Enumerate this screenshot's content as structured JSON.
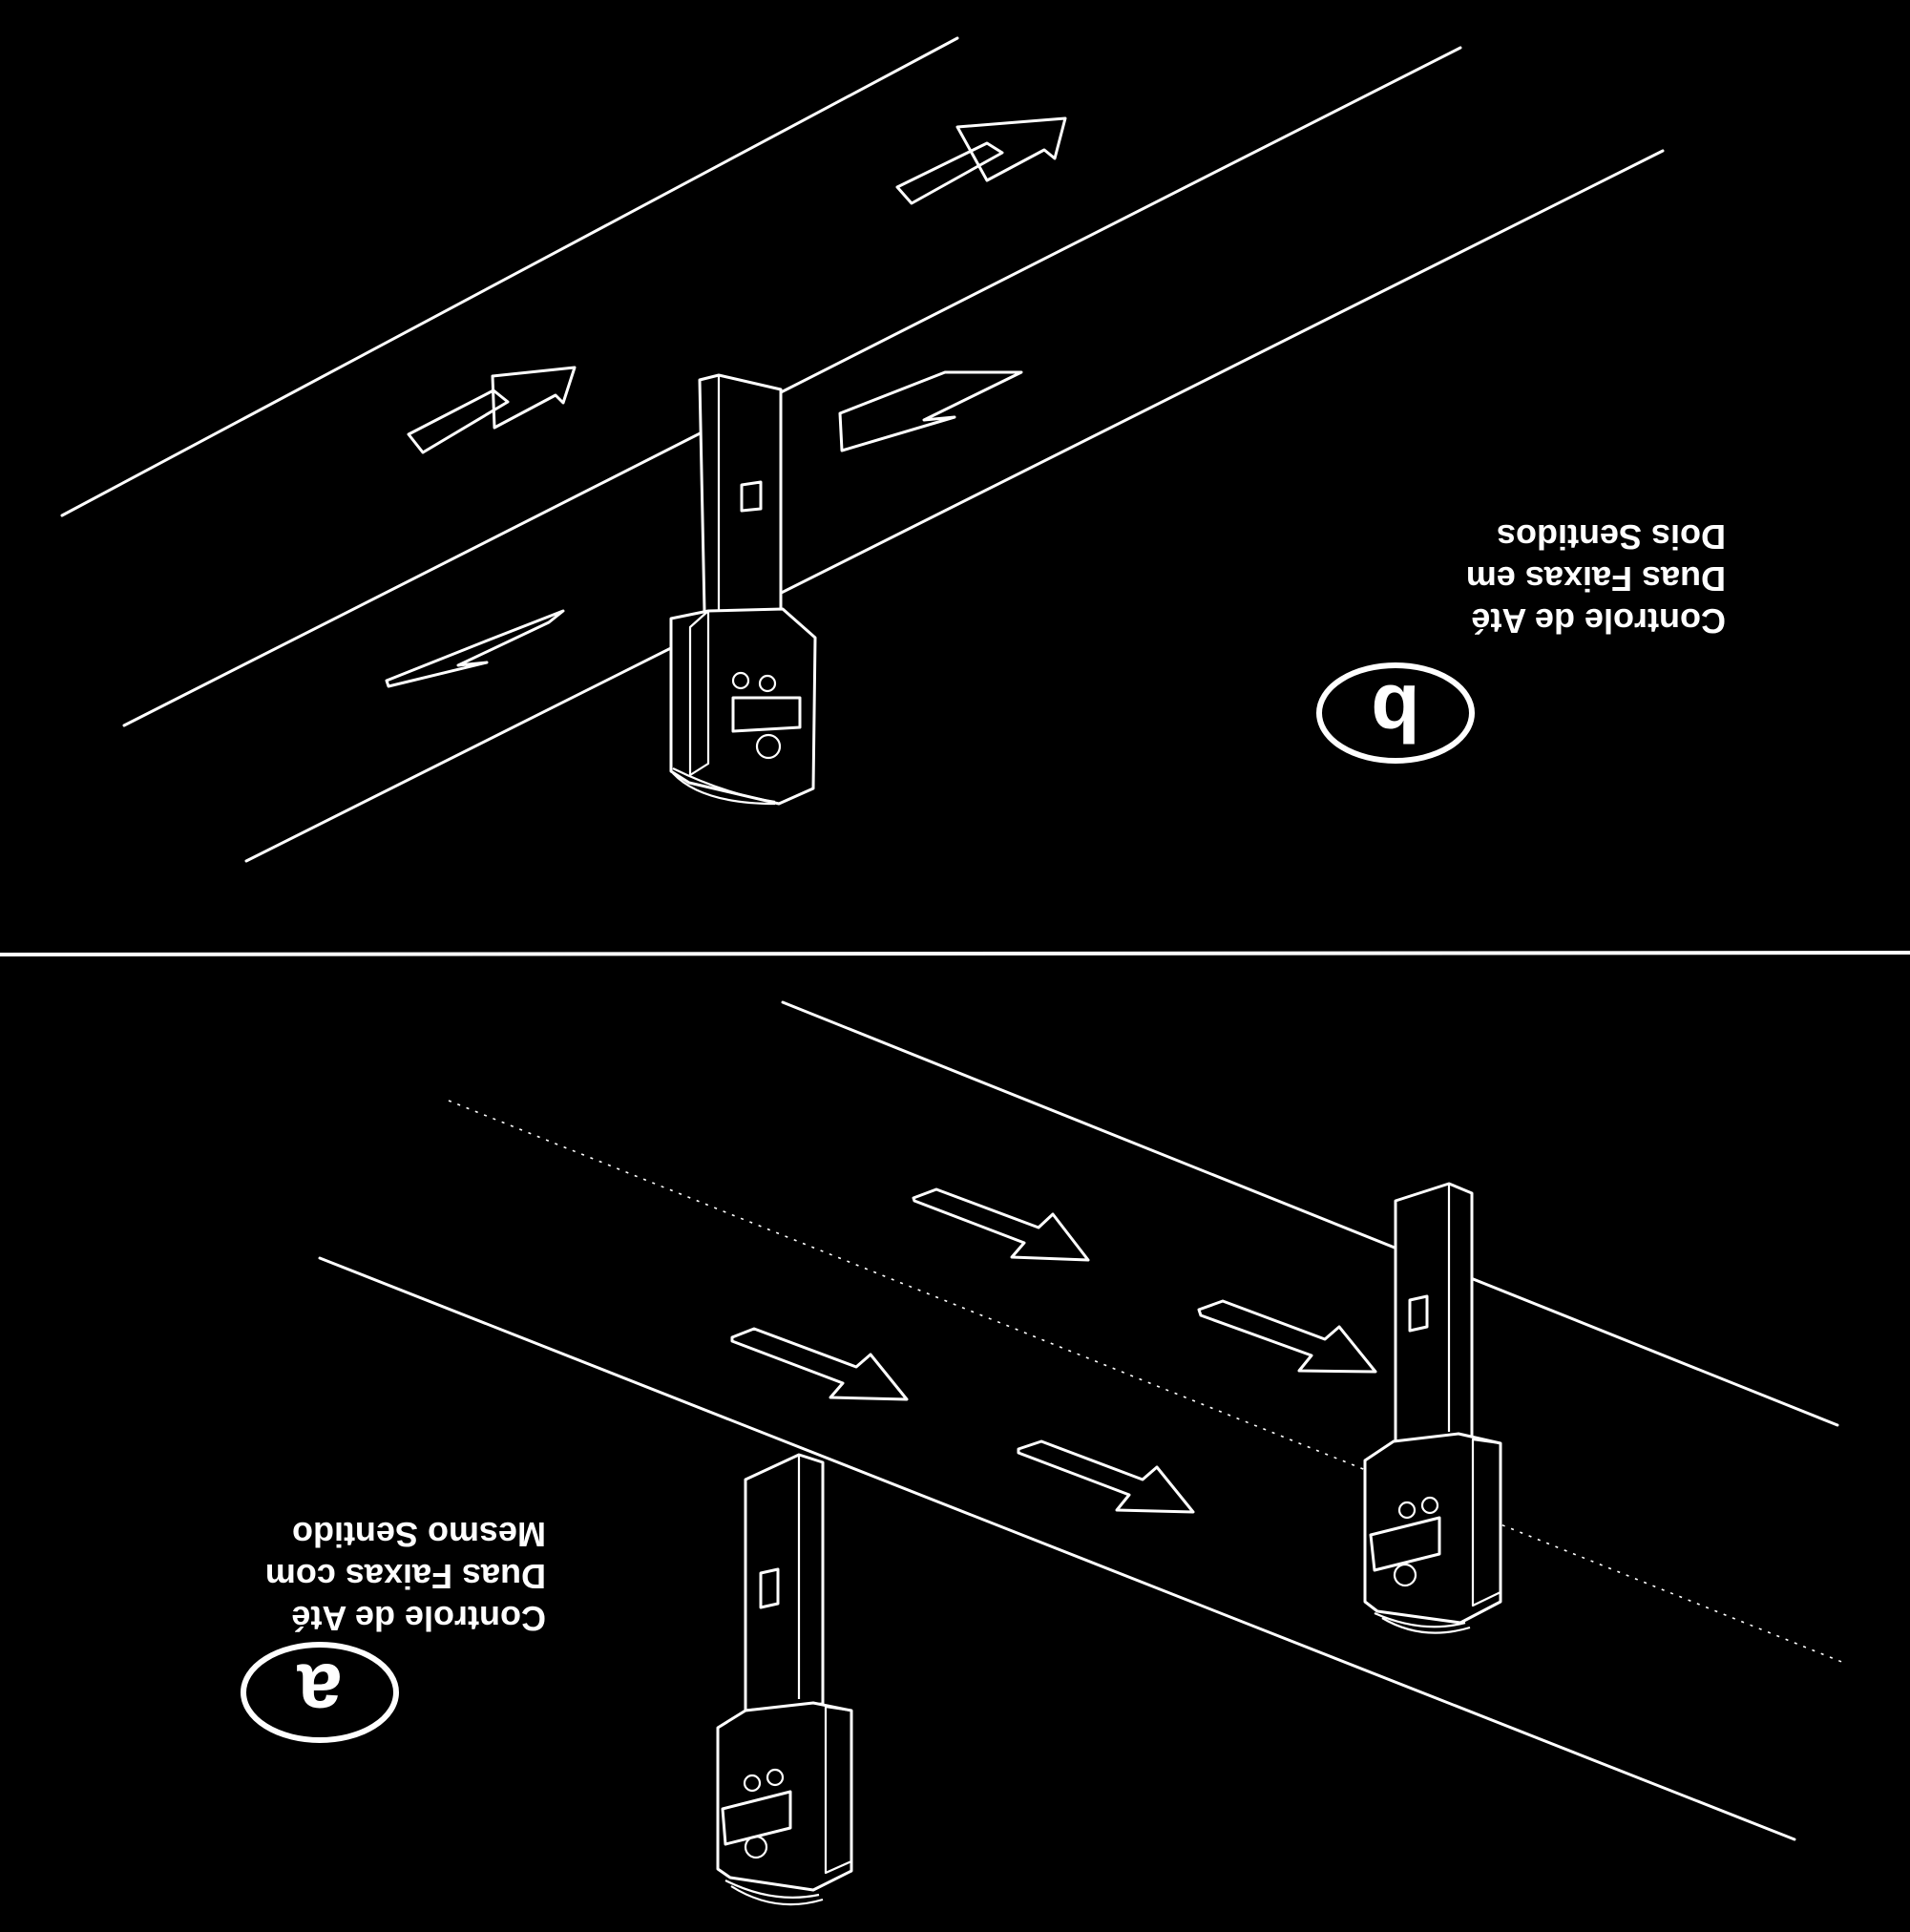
{
  "panel_b": {
    "badge": "b",
    "caption": [
      "Controle de Até",
      "Duas Faixas em",
      "Dois Sentidos"
    ]
  },
  "panel_a": {
    "badge": "a",
    "caption": [
      "Controle de Até",
      "Duas Faixas com",
      "Mesmo Sentido"
    ]
  },
  "colors": {
    "background": "#000000",
    "line": "#ffffff"
  }
}
